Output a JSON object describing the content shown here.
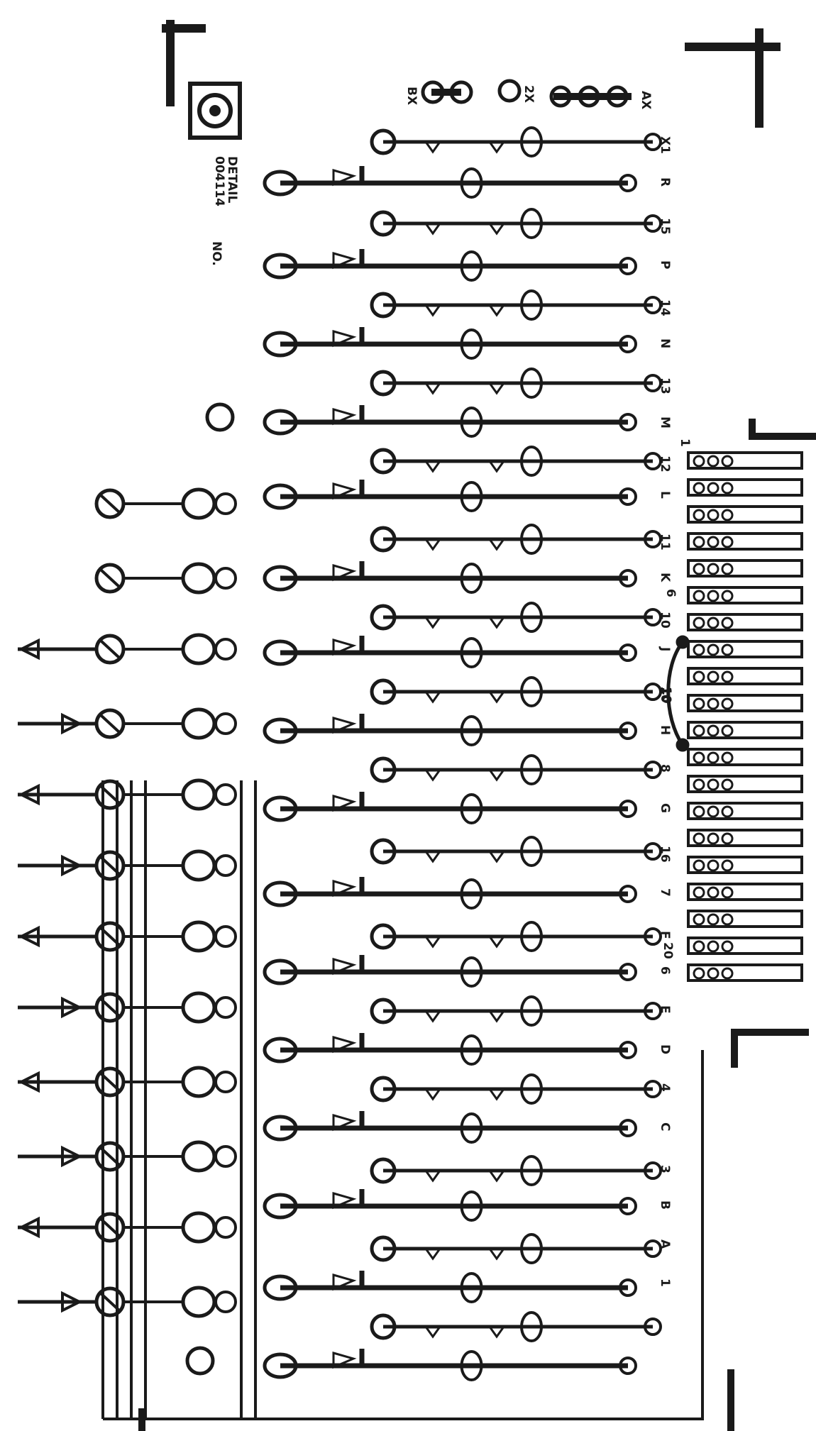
{
  "detail": {
    "line1": "DETAIL",
    "line2": "NO.",
    "line3": "004114"
  },
  "connector": {
    "first_pin": "1",
    "mid_pin": "6",
    "last_pin": "20"
  },
  "strip_labels": [
    "AX",
    "2X",
    "BX",
    "X1",
    "R",
    "15",
    "P",
    "14",
    "N",
    "13",
    "M",
    "12",
    "L",
    "11",
    "K",
    "10",
    "J",
    "10",
    "H",
    "8",
    "G",
    "16",
    "7",
    "F",
    "6",
    "E",
    "D",
    "4",
    "C",
    "3",
    "B",
    "A",
    "1"
  ],
  "jumper_label": "10",
  "colors": {
    "ink": "#1a1a1a",
    "paper": "#ffffff"
  }
}
